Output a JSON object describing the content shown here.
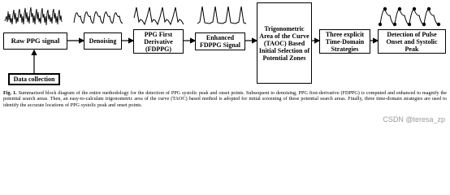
{
  "blocks": {
    "raw": "Raw PPG signal",
    "data_collection": "Data collection",
    "denoising": "Denoising",
    "ppg_first": "PPG First Derivative (FDPPG)",
    "enhanced": "Enhanced FDPPG Signal",
    "taoc": "Trigonometric Area of the Curve (TAOC) Based Initial Selection of Potential Zones",
    "three": "Three explicit Time-Domain Strategies",
    "detection": "Detection of Pulse Onset and Systolic Peak"
  },
  "caption": {
    "label": "Fig. 1.",
    "text": "Summarized block diagram of the entire methodology for the detection of PPG systolic peak and onset points. Subsequent to denoising, PPG first-derivative (FDPPG) is computed and enhanced to magnify the potential search areas. Then, an easy-to-calculate trigonometric area of the curve (TAOC) based method is adopted for initial screening of these potential search areas. Finally, three time-domain strategies are used to identify the accurate locations of PPG systolic peak and onset points."
  },
  "watermark": "CSDN @teresa_zp"
}
